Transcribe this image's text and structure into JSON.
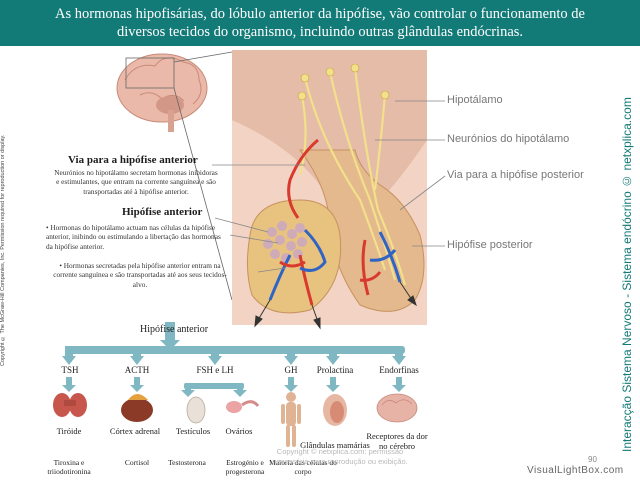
{
  "header": {
    "line1": "As hormonas hipofisárias, do lóbulo anterior da hipófise, vão controlar o funcionamento de",
    "line2": "diversos tecidos do organismo, incluindo outras glândulas endócrinas."
  },
  "copyright_vertical": "Copyright © The McGraw-Hill Companies, Inc. Permission required for reproduction or display.",
  "side_title": "Interacção Sistema Nervoso - Sistema endócrino © netxplica.com",
  "labels": {
    "hipotalamo": "Hipotálamo",
    "neuronios": "Neurónios do hipotálamo",
    "via_posterior": "Via para a hipófise posterior",
    "hipofise_posterior": "Hipófise posterior",
    "via_anterior_title": "Via para a hipófise anterior",
    "via_anterior_desc": "Neurónios no hipotálamo secretam hormonas inibidoras e estimulantes, que entram na corrente sanguínea e são transportadas até à hipófise anterior.",
    "hipofise_anterior_title": "Hipófise anterior",
    "hipofise_anterior_desc1": "• Hormonas do hipotálamo actuam nas células da hipófise anterior, inibindo ou estimulando a libertação das hormonas da hipófise anterior.",
    "hipofise_anterior_desc2": "• Hormonas secretadas pela hipófise anterior entram na corrente sanguínea e são transportadas até aos seus tecidos-alvo.",
    "tree_root": "Hipófise anterior"
  },
  "branches": [
    {
      "hormone": "TSH",
      "target": "Tiróide",
      "effect": "Tiroxina e triiodotironina",
      "icon": "thyroid-icon"
    },
    {
      "hormone": "ACTH",
      "target": "Córtex adrenal",
      "effect": "Cortisol",
      "icon": "adrenal-icon"
    },
    {
      "hormone": "FSH e LH",
      "target": "Testículos",
      "effect": "Testosterona",
      "icon": "testis-icon"
    },
    {
      "hormone": "",
      "target": "Ovários",
      "effect": "Estrogénio e progesterona",
      "icon": "ovary-icon"
    },
    {
      "hormone": "GH",
      "target": "",
      "effect": "Maioria das células do corpo",
      "icon": "human-body-icon"
    },
    {
      "hormone": "Prolactina",
      "target": "Glândulas mamárias",
      "effect": "",
      "icon": "mammary-icon"
    },
    {
      "hormone": "Endorfinas",
      "target": "Receptores da dor no cérebro",
      "effect": "",
      "icon": "brain-icon"
    }
  ],
  "watermark": {
    "line1": "Copyright © netxplica.com: permissão",
    "line2": "necessária para reprodução ou exibição."
  },
  "page_number": "90",
  "footer_brand": "VisualLightBox.com",
  "colors": {
    "header_bg": "#127a77",
    "branch_color": "#7fb8c3",
    "artery": "#d83a2e",
    "vein": "#2f64c4",
    "nerve": "#f2e08a",
    "tissue": "#e9c48a",
    "backdrop": "#f3d3c3"
  }
}
